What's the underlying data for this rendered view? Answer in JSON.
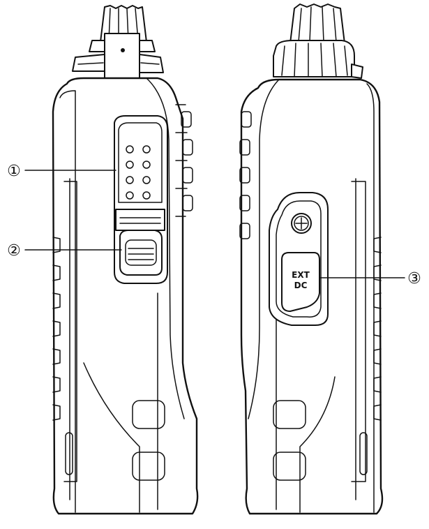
{
  "callouts": {
    "c1": "①",
    "c2": "②",
    "c3": "③"
  },
  "jack_label": {
    "line1": "EXT",
    "line2": "DC"
  }
}
